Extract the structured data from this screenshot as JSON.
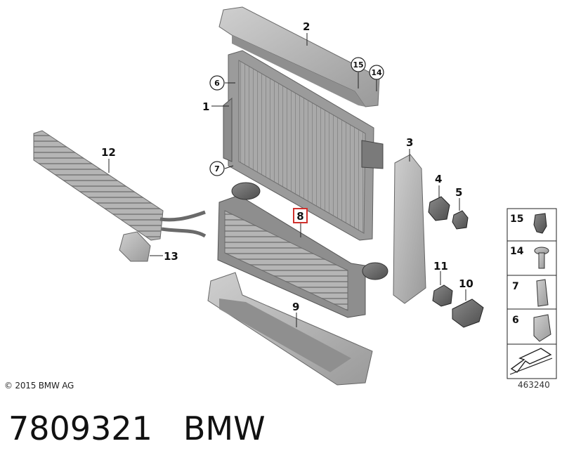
{
  "callouts": {
    "c1": "1",
    "c2": "2",
    "c3": "3",
    "c4": "4",
    "c5": "5",
    "c6": "6",
    "c7": "7",
    "c8": "8",
    "c9": "9",
    "c10": "10",
    "c11": "11",
    "c12": "12",
    "c13": "13",
    "c14": "14",
    "c15": "15"
  },
  "legend": {
    "r15": "15",
    "r14": "14",
    "r7": "7",
    "r6": "6"
  },
  "copyright": "© 2015 BMW AG",
  "diagram_id": "463240",
  "footer": {
    "part_number": "7809321",
    "brand": "BMW"
  },
  "colors": {
    "part_fill": "#b9b9b9",
    "part_dark": "#7d7d7d",
    "highlight_box": "#d0312d"
  }
}
